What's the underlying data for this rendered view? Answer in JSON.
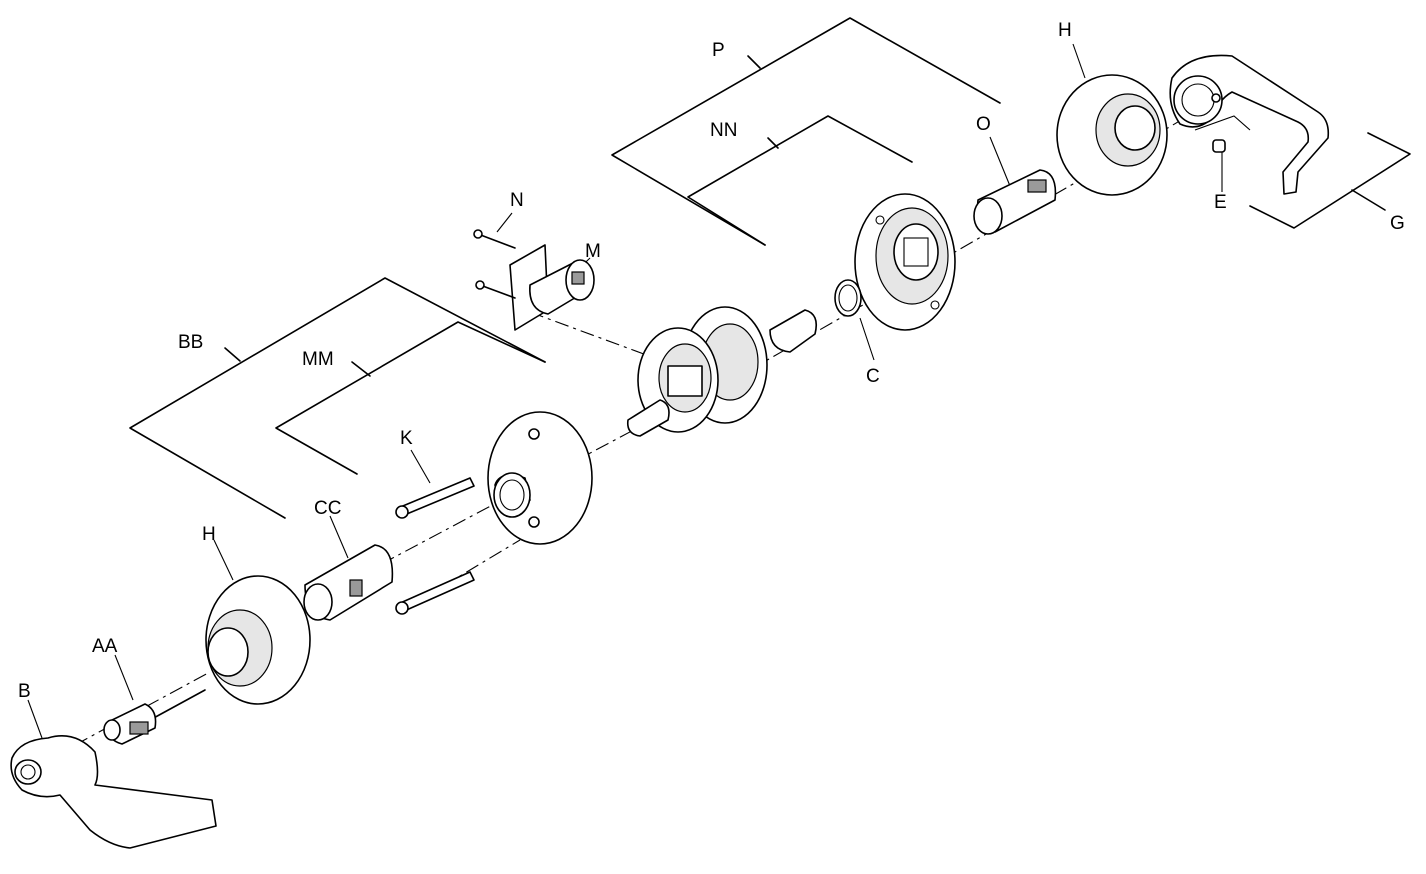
{
  "labels": {
    "P": "P",
    "NN": "NN",
    "H_top": "H",
    "O": "O",
    "E": "E",
    "G": "G",
    "N": "N",
    "M": "M",
    "BB": "BB",
    "MM": "MM",
    "C": "C",
    "K": "K",
    "CC": "CC",
    "H_bottom": "H",
    "AA": "AA",
    "B": "B"
  }
}
